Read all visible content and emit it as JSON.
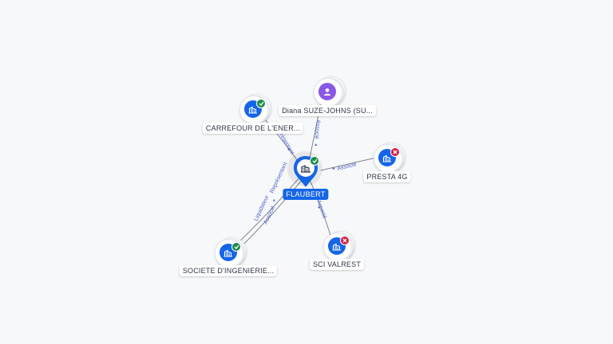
{
  "center": {
    "label": "FLAUBERT",
    "icon": "company-icon",
    "status": "active"
  },
  "nodes": [
    {
      "id": "carrefour",
      "label": "CARREFOUR DE L'ENER...",
      "icon": "company-icon",
      "status": "active"
    },
    {
      "id": "diana",
      "label": "Diana SUZE-JOHNS (SU...",
      "icon": "person-icon",
      "status": "none"
    },
    {
      "id": "presta",
      "label": "PRESTA 4G",
      "icon": "company-icon",
      "status": "closed"
    },
    {
      "id": "sci",
      "label": "SCI VALREST",
      "icon": "company-icon",
      "status": "closed"
    },
    {
      "id": "societe",
      "label": "SOCIETE D'INGENIERIE...",
      "icon": "company-icon",
      "status": "active"
    }
  ],
  "edges": [
    {
      "from": "carrefour",
      "labels": [
        "Représentant"
      ]
    },
    {
      "from": "diana",
      "labels": [
        "Associé"
      ]
    },
    {
      "from": "presta",
      "labels": [
        "Associé"
      ]
    },
    {
      "from": "sci",
      "labels": [
        "Associé"
      ]
    },
    {
      "from": "societe",
      "labels": [
        "Liquidateur",
        "Associé",
        "Représentant"
      ]
    }
  ],
  "colors": {
    "company": "#1565e8",
    "person": "#8a58e6",
    "active": "#1f8b4c",
    "closed": "#d81d48",
    "edge_label": "#4a5fcf",
    "edge_line": "#7d8591"
  }
}
